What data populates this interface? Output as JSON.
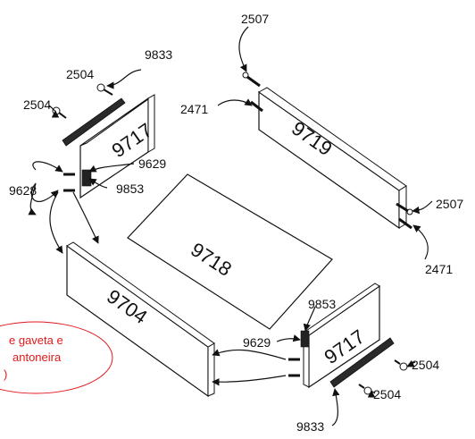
{
  "colors": {
    "ink": "#111111",
    "note_text": "#e0191b",
    "note_border": "#e0191b",
    "paper": "#ffffff"
  },
  "panels": {
    "left_side": "9717",
    "back": "9719",
    "bottom": "9718",
    "front": "9704",
    "right_side": "9717"
  },
  "parts": {
    "rail_top_left": "9833",
    "rail_bottom_right": "9833",
    "screw_tl_a": "2504",
    "screw_tl_b": "2504",
    "screw_br_a": "2504",
    "screw_br_b": "2504",
    "bolt_back_left": "2507",
    "bolt_back_right": "2507",
    "dowel_back_left": "2471",
    "dowel_back_right": "2471",
    "cam_left": "9629",
    "cam_right": "9629",
    "pin_left": "9853",
    "pin_right": "9853",
    "dowel_front": "9628"
  },
  "note": {
    "line1": "e gaveta e",
    "line2": "antoneira",
    "line3": ")"
  }
}
